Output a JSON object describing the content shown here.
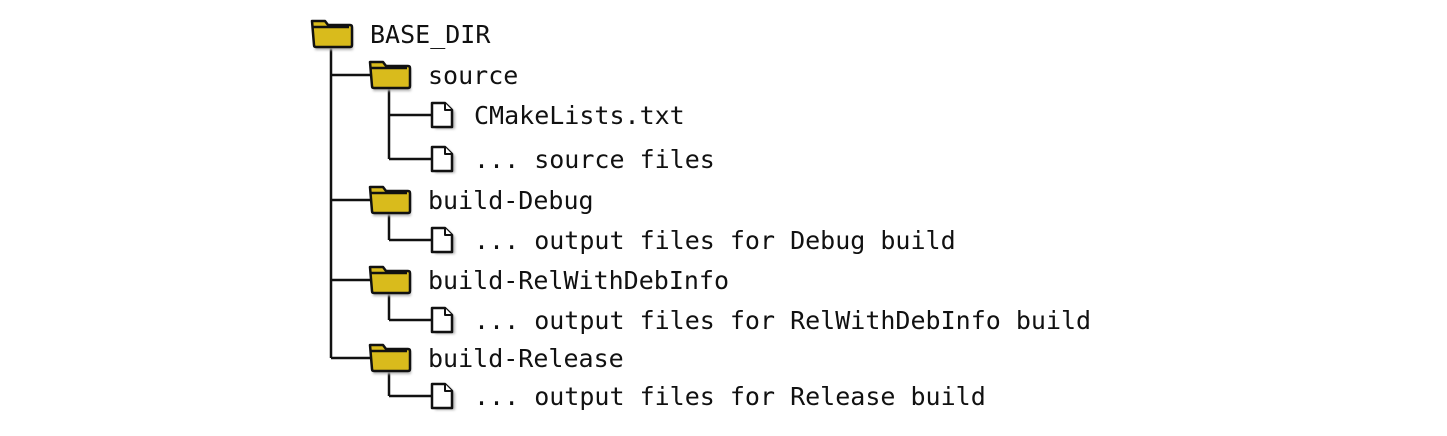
{
  "colors": {
    "folder": "#d9bb1c",
    "lines": "#111111",
    "file": "#ffffff"
  },
  "tree": {
    "label": "BASE_DIR",
    "icon": "folder-icon",
    "children": [
      {
        "label": "source",
        "icon": "folder-icon",
        "children": [
          {
            "label": "CMakeLists.txt",
            "icon": "file-icon"
          },
          {
            "label": "... source files",
            "icon": "file-icon"
          }
        ]
      },
      {
        "label": "build-Debug",
        "icon": "folder-icon",
        "children": [
          {
            "label": "... output files for Debug build",
            "icon": "file-icon"
          }
        ]
      },
      {
        "label": "build-RelWithDebInfo",
        "icon": "folder-icon",
        "children": [
          {
            "label": "... output files for RelWithDebInfo build",
            "icon": "file-icon"
          }
        ]
      },
      {
        "label": "build-Release",
        "icon": "folder-icon",
        "children": [
          {
            "label": "... output files for Release build",
            "icon": "file-icon"
          }
        ]
      }
    ]
  }
}
